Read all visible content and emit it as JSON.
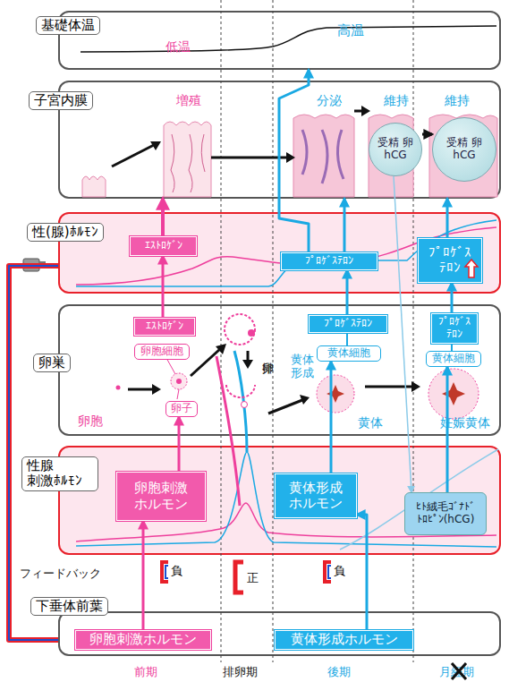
{
  "diagram": {
    "nodes": [
      {
        "text": [
          "基礎体温",
          "低温",
          "高温"
        ]
      },
      {
        "text": [
          "子宮内膜",
          "増殖",
          "分泌",
          "維持",
          "維持"
        ]
      },
      {
        "text": [
          "受精 卵 hCG"
        ],
        "in": 1
      },
      {
        "text": [
          "受精 卵 hCG"
        ],
        "in": 1
      },
      {
        "text": [
          "性(腺)ﾎﾙﾓﾝ"
        ]
      },
      {
        "text": [
          "ｴｽﾄﾛｹﾞﾝ"
        ],
        "in": 4
      },
      {
        "text": [
          "ﾌﾟﾛｹﾞｽﾃﾛﾝ"
        ],
        "in": 4
      },
      {
        "text": [
          "ﾌﾟﾛｹﾞｽ ﾃﾛﾝ"
        ],
        "in": 4
      },
      {
        "text": [
          "卵巣",
          "卵胞",
          "排卵",
          "黄体 形成",
          "黄体",
          "妊娠黄体"
        ]
      },
      {
        "text": [
          "ｴｽﾄﾛｹﾞﾝ"
        ],
        "in": 8
      },
      {
        "text": [
          "卵胞細胞"
        ],
        "in": 8
      },
      {
        "text": [
          "卵子"
        ],
        "in": 8
      },
      {
        "text": [
          "ﾌﾟﾛｹﾞｽﾃﾛﾝ"
        ],
        "in": 8
      },
      {
        "text": [
          "黄体細胞"
        ],
        "in": 8
      },
      {
        "text": [
          "ﾌﾟﾛｹﾞｽ ﾃﾛﾝ"
        ],
        "in": 8
      },
      {
        "text": [
          "黄体細胞"
        ],
        "in": 8
      },
      {
        "text": [
          "性腺 刺激ﾎﾙﾓﾝ"
        ]
      },
      {
        "text": [
          "卵胞刺激 ホルモン"
        ],
        "in": 16
      },
      {
        "text": [
          "黄体形成 ホルモン"
        ],
        "in": 16
      },
      {
        "text": [
          "ﾋﾄ絨毛ｺﾞﾅﾄﾞ ﾄﾛﾋﾟﾝ(hCG)"
        ],
        "in": 16
      },
      {
        "text": [
          "下垂体前葉"
        ]
      },
      {
        "text": [
          "卵胞刺激ホルモン"
        ],
        "in": 20
      },
      {
        "text": [
          "黄体形成ホルモン"
        ],
        "in": 20
      }
    ],
    "edges": [
      {
        "from": 21,
        "to": 17,
        "arrow": "to"
      },
      {
        "from": 22,
        "to": 18,
        "arrow": "to"
      },
      {
        "from": 17,
        "to": 11,
        "arrow": "to"
      },
      {
        "from": 9,
        "to": 5,
        "arrow": "to"
      },
      {
        "from": 5,
        "to": 1,
        "arrow": "to"
      },
      {
        "from": 18,
        "to": 13,
        "arrow": "to"
      },
      {
        "from": 13,
        "to": 12,
        "arrow": "none"
      },
      {
        "from": 12,
        "to": 6,
        "arrow": "to"
      },
      {
        "from": 6,
        "to": 1,
        "arrow": "to"
      },
      {
        "from": 6,
        "to": 0,
        "arrow": "to"
      },
      {
        "from": 7,
        "to": 1,
        "arrow": "to"
      },
      {
        "from": 14,
        "to": 7,
        "arrow": "to"
      },
      {
        "from": 15,
        "to": 14,
        "arrow": "none"
      },
      {
        "from": 19,
        "to": 15,
        "arrow": "to"
      },
      {
        "from": 2,
        "to": 19,
        "arrow": "to"
      },
      {
        "from": 2,
        "to": 3,
        "arrow": "to"
      },
      {
        "from": 4,
        "to": 20,
        "arrow": "none"
      }
    ],
    "labels": [
      "フィードバック",
      "負",
      "正",
      "負",
      "前期",
      "排卵期",
      "後期",
      "月経期"
    ]
  }
}
